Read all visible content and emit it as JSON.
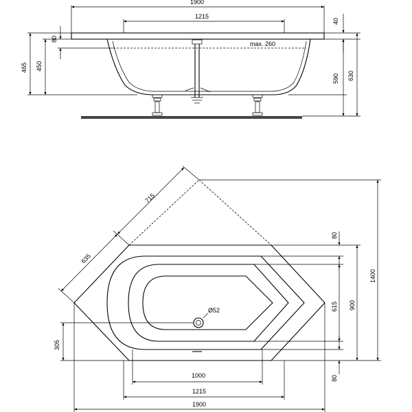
{
  "side_view": {
    "dim_top_width": "1900",
    "dim_inner_width": "1215",
    "dim_rim": "40",
    "dim_offset": "80",
    "dim_465": "465",
    "dim_450": "450",
    "dim_590": "590",
    "dim_630": "630",
    "max_label": "max. 260"
  },
  "plan_view": {
    "dim_715": "715",
    "dim_635": "635",
    "dim_1400": "1400",
    "dim_900": "900",
    "dim_615": "615",
    "dim_80_top": "80",
    "dim_80_bottom": "80",
    "dim_305": "305",
    "dim_drain": "Ø52",
    "dim_1000": "1000",
    "dim_1215": "1215",
    "dim_1900": "1900"
  }
}
